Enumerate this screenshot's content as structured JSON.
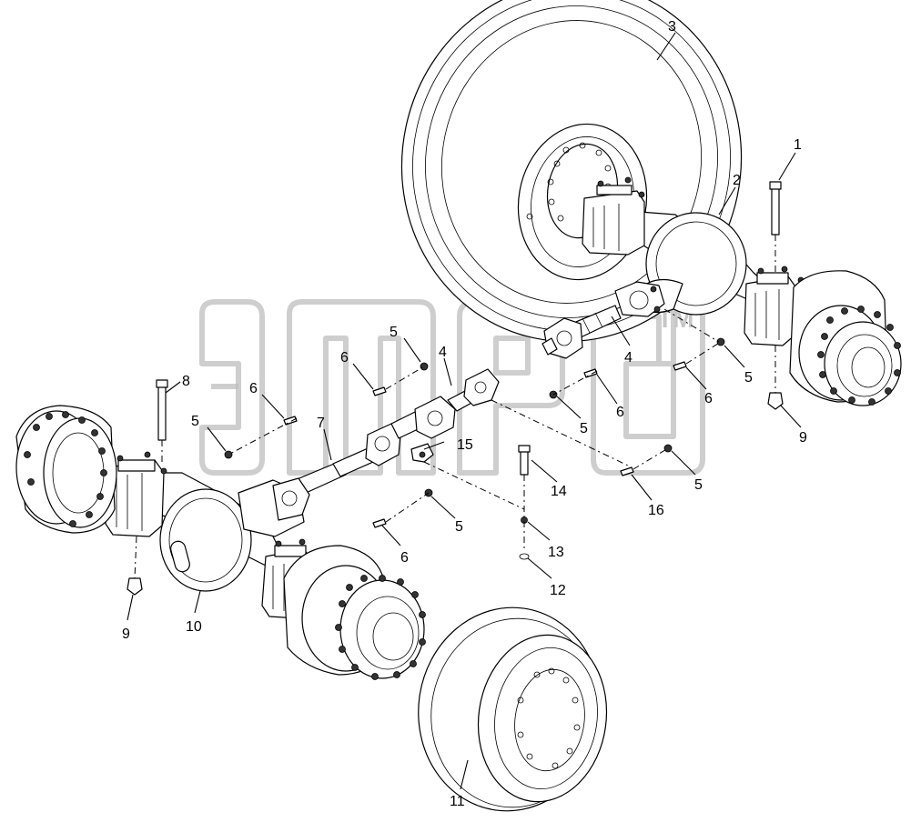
{
  "diagram": {
    "callouts": [
      {
        "id": "c1",
        "label": "1"
      },
      {
        "id": "c2",
        "label": "2"
      },
      {
        "id": "c3",
        "label": "3"
      },
      {
        "id": "c4a",
        "label": "4"
      },
      {
        "id": "c4b",
        "label": "4"
      },
      {
        "id": "c5a",
        "label": "5"
      },
      {
        "id": "c5b",
        "label": "5"
      },
      {
        "id": "c5c",
        "label": "5"
      },
      {
        "id": "c5d",
        "label": "5"
      },
      {
        "id": "c5e",
        "label": "5"
      },
      {
        "id": "c5f",
        "label": "5"
      },
      {
        "id": "c6a",
        "label": "6"
      },
      {
        "id": "c6b",
        "label": "6"
      },
      {
        "id": "c6c",
        "label": "6"
      },
      {
        "id": "c6d",
        "label": "6"
      },
      {
        "id": "c6e",
        "label": "6"
      },
      {
        "id": "c7",
        "label": "7"
      },
      {
        "id": "c8",
        "label": "8"
      },
      {
        "id": "c9a",
        "label": "9"
      },
      {
        "id": "c9b",
        "label": "9"
      },
      {
        "id": "c10",
        "label": "10"
      },
      {
        "id": "c11",
        "label": "11"
      },
      {
        "id": "c12",
        "label": "12"
      },
      {
        "id": "c13",
        "label": "13"
      },
      {
        "id": "c14",
        "label": "14"
      },
      {
        "id": "c15",
        "label": "15"
      },
      {
        "id": "c16",
        "label": "16"
      }
    ],
    "watermark": {
      "trademark": "TM"
    }
  }
}
